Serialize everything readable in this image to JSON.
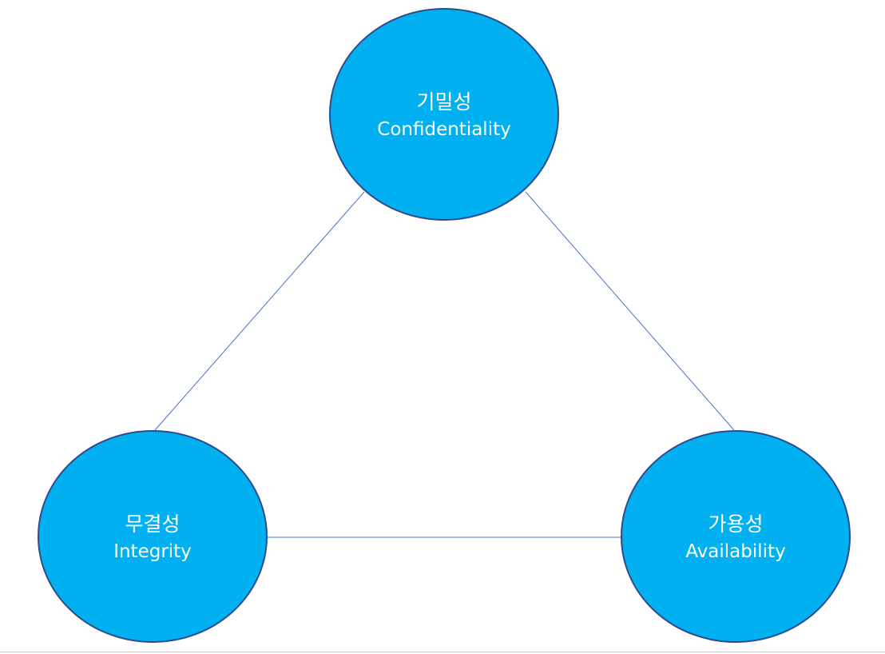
{
  "colors": {
    "node_fill": "#00B0F0",
    "node_stroke": "#2F4B8A",
    "edge": "#4472C4",
    "text": "#FFFFFF"
  },
  "nodes": {
    "confidentiality": {
      "ko": "기밀성",
      "en": "Confidentiality"
    },
    "integrity": {
      "ko": "무결성",
      "en": "Integrity"
    },
    "availability": {
      "ko": "가용성",
      "en": "Availability"
    }
  },
  "edges": [
    {
      "from": "confidentiality",
      "to": "integrity"
    },
    {
      "from": "confidentiality",
      "to": "availability"
    },
    {
      "from": "integrity",
      "to": "availability"
    }
  ]
}
